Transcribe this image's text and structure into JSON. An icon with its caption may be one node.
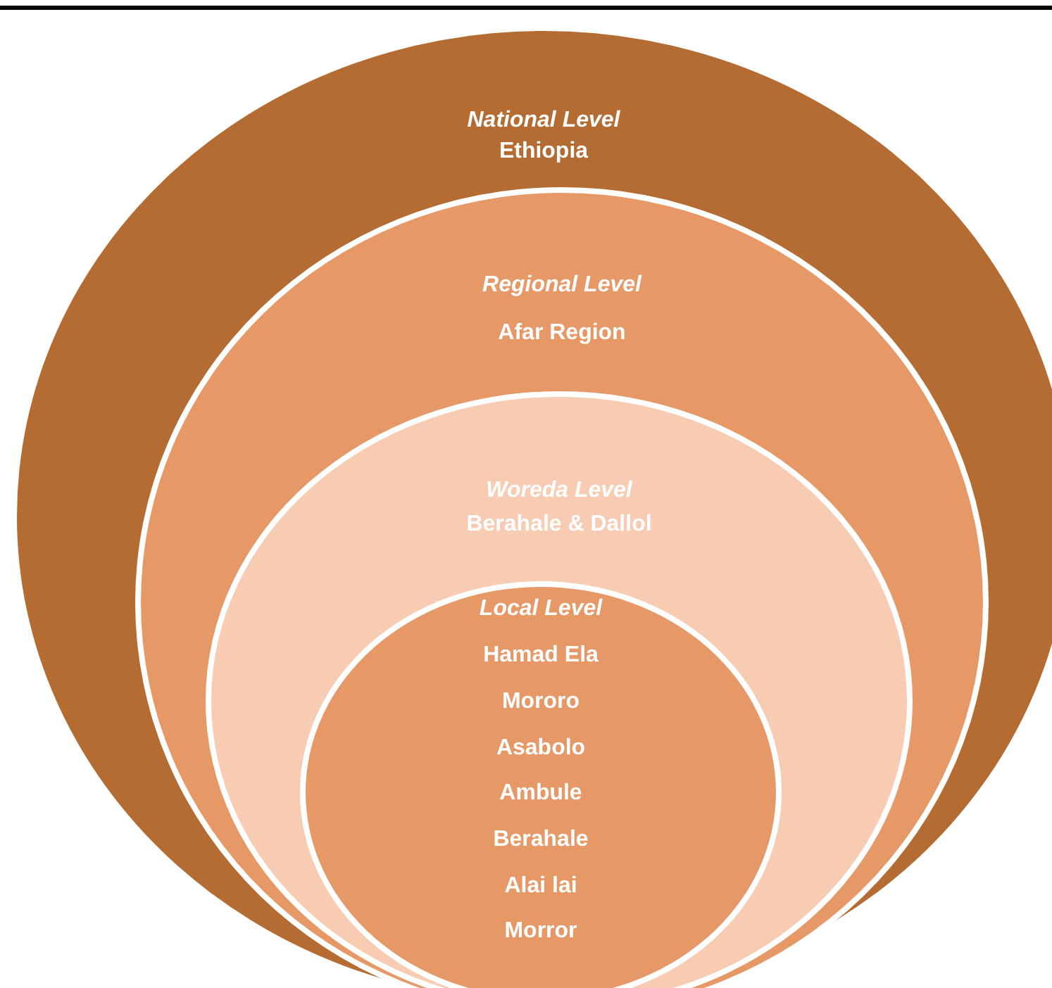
{
  "diagram": {
    "nodes": [
      {
        "text": [
          "National Level",
          "Ethiopia"
        ]
      },
      {
        "text": [
          "Regional Level",
          "Afar Region"
        ],
        "in": 0
      },
      {
        "text": [
          "Woreda Level",
          "Berahale & Dallol"
        ],
        "in": 1
      },
      {
        "text": [
          "Local Level",
          "Hamad Ela",
          "Mororo",
          "Asabolo",
          "Ambule",
          "Berahale",
          "Alai lai",
          "Morror"
        ],
        "in": 2
      }
    ]
  }
}
